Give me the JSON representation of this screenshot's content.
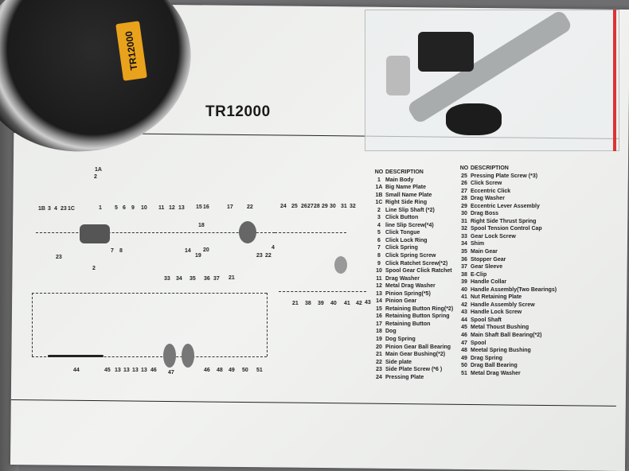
{
  "product_badge": "TR12000",
  "title": "TR12000",
  "list_header": {
    "no": "NO",
    "desc": "DESCRIPTION"
  },
  "parts_left": [
    [
      "1",
      "Main Body"
    ],
    [
      "1A",
      "Big Name Plate"
    ],
    [
      "1B",
      "Small Name Plate"
    ],
    [
      "1C",
      "Right Side Ring"
    ],
    [
      "2",
      "Line Slip Shaft (*2)"
    ],
    [
      "3",
      "Click Button"
    ],
    [
      "4",
      "line Slip Screw(*4)"
    ],
    [
      "5",
      "Click Tongue"
    ],
    [
      "6",
      "Click Lock Ring"
    ],
    [
      "7",
      "Click Spring"
    ],
    [
      "8",
      "Click Spring Screw"
    ],
    [
      "9",
      "Click  Ratchet Screw(*2)"
    ],
    [
      "10",
      "Spool Gear Click Ratchet"
    ],
    [
      "11",
      "Drag Washer"
    ],
    [
      "12",
      "Metal Drag Washer"
    ],
    [
      "13",
      "Pinion Spring(*5)"
    ],
    [
      "14",
      "Pinion Gear"
    ],
    [
      "15",
      "Retaining Button Ring(*2)"
    ],
    [
      "16",
      "Retaining Button Spring"
    ],
    [
      "17",
      "Retaining Button"
    ],
    [
      "18",
      "Dog"
    ],
    [
      "19",
      "Dog Spring"
    ],
    [
      "20",
      "Pinion Gear  Ball  Bearing"
    ],
    [
      "21",
      "Main Gear  Bushing(*2)"
    ],
    [
      "22",
      "Side plate"
    ],
    [
      "23",
      "Side Plate Screw (*6 )"
    ],
    [
      "24",
      "Pressing Plate"
    ]
  ],
  "parts_right": [
    [
      "25",
      "Pressing Plate Screw (*3)"
    ],
    [
      "26",
      "Click Screw"
    ],
    [
      "27",
      "Eccentric Click"
    ],
    [
      "28",
      "Drag Washer"
    ],
    [
      "29",
      "Eccentric Lever Assembly"
    ],
    [
      "30",
      "Drag Boss"
    ],
    [
      "31",
      "Right Side Thrust Spring"
    ],
    [
      "32",
      "Spool Tension Control Cap"
    ],
    [
      "33",
      "Gear Lock Screw"
    ],
    [
      "34",
      "Shim"
    ],
    [
      "35",
      "Main Gear"
    ],
    [
      "36",
      "Stopper  Gear"
    ],
    [
      "37",
      "Gear Sleeve"
    ],
    [
      "38",
      "E-Clip"
    ],
    [
      "39",
      "Handle Collar"
    ],
    [
      "40",
      "Handle Assembly(Two Bearings)"
    ],
    [
      "41",
      "Nut  Retaining Plate"
    ],
    [
      "42",
      "Handle Assembly Screw"
    ],
    [
      "43",
      "Handle Lock Screw"
    ],
    [
      "44",
      "Spool Shaft"
    ],
    [
      "45",
      "Metal Thoust Bushing"
    ],
    [
      "46",
      "Main Shaft Ball Bearing(*2)"
    ],
    [
      "47",
      "Spool"
    ],
    [
      "48",
      "Meetal Spring Bushing"
    ],
    [
      "49",
      "Drag  Spring"
    ],
    [
      "50",
      "Drag  Ball Bearing"
    ],
    [
      "51",
      "Metal  Drag Washer"
    ]
  ],
  "diagram_labels": [
    "1A",
    "2",
    "1B",
    "3",
    "4",
    "23",
    "1C",
    "1",
    "5",
    "6",
    "9",
    "10",
    "11",
    "12",
    "13",
    "15",
    "16",
    "17",
    "22",
    "24",
    "25",
    "26",
    "27",
    "28",
    "29",
    "30",
    "31",
    "32",
    "18",
    "7",
    "8",
    "23",
    "2",
    "14",
    "19",
    "20",
    "23",
    "22",
    "4",
    "33",
    "34",
    "35",
    "36",
    "37",
    "21",
    "21",
    "38",
    "39",
    "40",
    "41",
    "42",
    "43",
    "44",
    "45",
    "13",
    "13",
    "13",
    "13",
    "46",
    "47",
    "46",
    "48",
    "49",
    "50",
    "51"
  ]
}
